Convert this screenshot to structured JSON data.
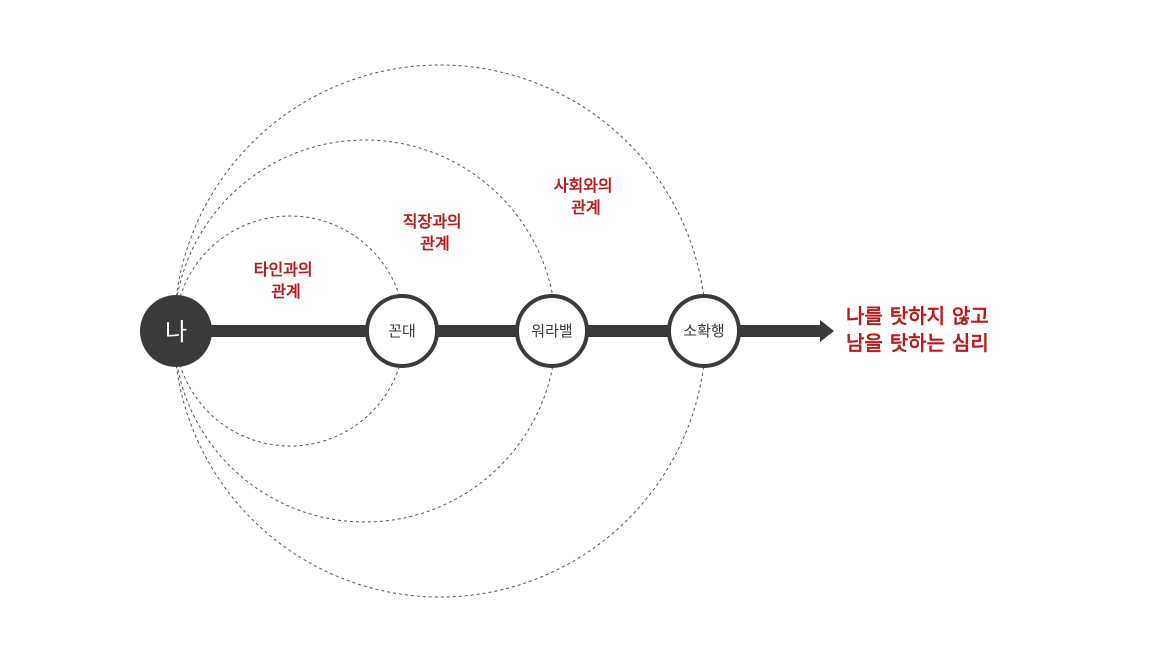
{
  "diagram": {
    "origin": {
      "label": "나"
    },
    "stages": [
      {
        "label": "꼰대",
        "ring_label": [
          "타인과의",
          "관계"
        ]
      },
      {
        "label": "워라밸",
        "ring_label": [
          "직장과의",
          "관계"
        ]
      },
      {
        "label": "소확행",
        "ring_label": [
          "사회와의",
          "관계"
        ]
      }
    ],
    "conclusion": [
      "나를 탓하지 않고",
      "남을 탓하는 심리"
    ],
    "colors": {
      "dark": "#3a3a3a",
      "accent": "#b71c1c",
      "orbit": "#555555"
    }
  }
}
